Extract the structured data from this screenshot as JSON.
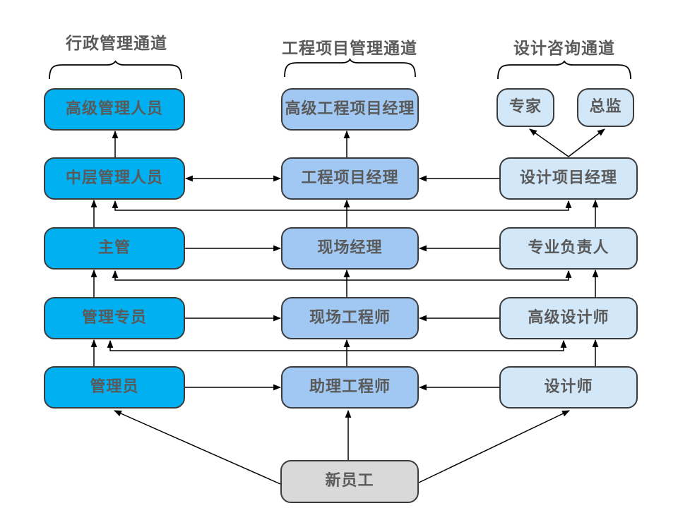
{
  "channels": [
    {
      "title": "行政管理通道",
      "levels": [
        "高级管理人员",
        "中层管理人员",
        "主管",
        "管理专员",
        "管理员"
      ]
    },
    {
      "title": "工程项目管理通道",
      "levels": [
        "高级工程项目经理",
        "工程项目经理",
        "现场经理",
        "现场工程师",
        "助理工程师"
      ]
    },
    {
      "title": "设计咨询通道",
      "top_roles": [
        "专家",
        "总监"
      ],
      "levels": [
        "设计项目经理",
        "专业负责人",
        "高级设计师",
        "设计师"
      ]
    }
  ],
  "entry": {
    "label": "新员工"
  },
  "colors": {
    "admin_fill": "#00B0F0",
    "project_fill": "#A0C8F2",
    "design_fill": "#D2E7F8",
    "entry_fill": "#D9D9D9",
    "text_color": "#5A5A5A",
    "line_color": "#000000",
    "border_color": "#3B3B3B",
    "bg": "#FFFFFF"
  },
  "relations": [
    {
      "type": "promotion",
      "from": "管理员",
      "to": "管理专员"
    },
    {
      "type": "promotion",
      "from": "管理专员",
      "to": "主管"
    },
    {
      "type": "promotion",
      "from": "主管",
      "to": "中层管理人员"
    },
    {
      "type": "promotion",
      "from": "中层管理人员",
      "to": "高级管理人员"
    },
    {
      "type": "promotion",
      "from": "助理工程师",
      "to": "现场工程师"
    },
    {
      "type": "promotion",
      "from": "现场工程师",
      "to": "现场经理"
    },
    {
      "type": "promotion",
      "from": "现场经理",
      "to": "工程项目经理"
    },
    {
      "type": "promotion",
      "from": "工程项目经理",
      "to": "高级工程项目经理"
    },
    {
      "type": "promotion",
      "from": "设计师",
      "to": "高级设计师"
    },
    {
      "type": "promotion",
      "from": "高级设计师",
      "to": "专业负责人"
    },
    {
      "type": "promotion",
      "from": "专业负责人",
      "to": "设计项目经理"
    },
    {
      "type": "promotion",
      "from": "设计项目经理",
      "to": "专家"
    },
    {
      "type": "promotion",
      "from": "设计项目经理",
      "to": "总监"
    },
    {
      "type": "two-way-transfer",
      "between": [
        "中层管理人员",
        "工程项目经理"
      ]
    },
    {
      "type": "transfer",
      "from": "设计项目经理",
      "to": "工程项目经理"
    },
    {
      "type": "transfer",
      "from": "主管",
      "to": "现场经理"
    },
    {
      "type": "transfer",
      "from": "专业负责人",
      "to": "现场经理"
    },
    {
      "type": "transfer",
      "from": "管理专员",
      "to": "现场工程师"
    },
    {
      "type": "transfer",
      "from": "高级设计师",
      "to": "现场工程师"
    },
    {
      "type": "transfer",
      "from": "管理员",
      "to": "助理工程师"
    },
    {
      "type": "transfer",
      "from": "设计师",
      "to": "助理工程师"
    },
    {
      "type": "crossover",
      "arrow_into": [
        "中层管理人员",
        "设计项目经理"
      ]
    },
    {
      "type": "crossover",
      "arrow_into": [
        "主管",
        "专业负责人"
      ]
    },
    {
      "type": "crossover",
      "arrow_into": [
        "管理专员",
        "高级设计师"
      ]
    },
    {
      "type": "entry",
      "from": "新员工",
      "to": "管理员"
    },
    {
      "type": "entry",
      "from": "新员工",
      "to": "助理工程师"
    },
    {
      "type": "entry",
      "from": "新员工",
      "to": "设计师"
    }
  ]
}
